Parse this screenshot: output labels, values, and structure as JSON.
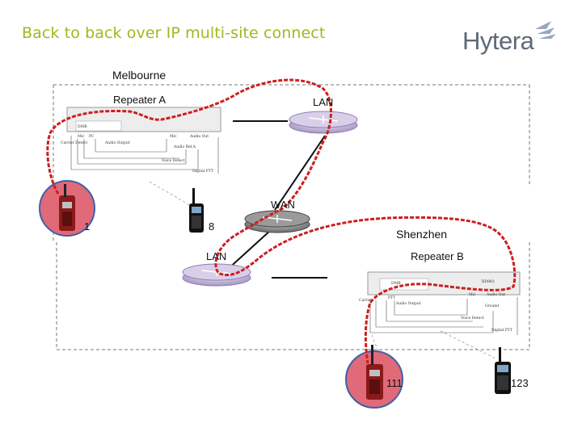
{
  "title": "Back to back over IP multi-site connect",
  "logo": {
    "text": "Hytera"
  },
  "sites": {
    "site_a": {
      "name": "Melbourne",
      "repeater": "Repeater A",
      "lan": "LAN"
    },
    "site_b": {
      "name": "Shenzhen",
      "repeater": "Repeater B",
      "lan": "LAN",
      "model": "RD983"
    }
  },
  "wan": "WAN",
  "radios": {
    "a1_id": "1",
    "a2_id": "8",
    "b1_id": "111",
    "b2_id": "123"
  },
  "colors": {
    "title": "#a6b51f",
    "link": "#cc1f1f",
    "router": "#b7a8cc",
    "highlight": "#e06a78"
  }
}
